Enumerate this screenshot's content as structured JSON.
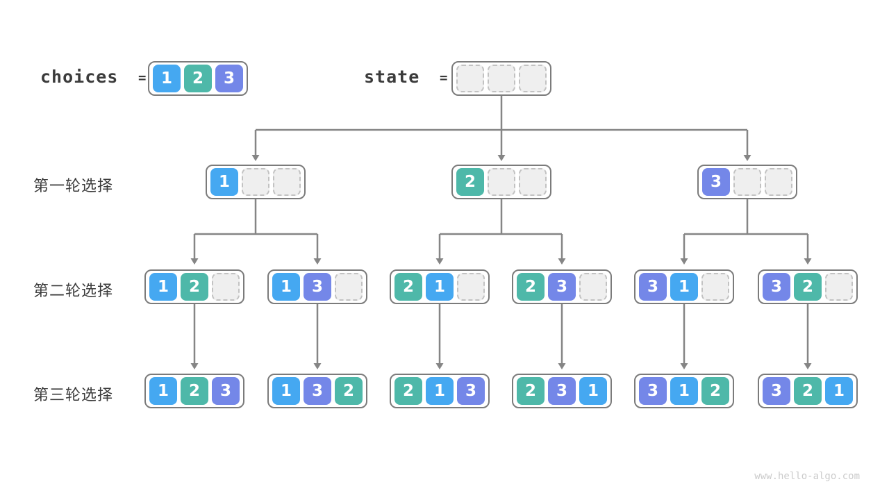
{
  "header": {
    "choices_label": "choices",
    "state_label": "state",
    "equals": "=",
    "choices_values": [
      1,
      2,
      3
    ],
    "state_values": [
      null,
      null,
      null
    ]
  },
  "rows": [
    {
      "label": "第一轮选择",
      "nodes": [
        [
          1,
          null,
          null
        ],
        [
          2,
          null,
          null
        ],
        [
          3,
          null,
          null
        ]
      ]
    },
    {
      "label": "第二轮选择",
      "nodes": [
        [
          1,
          2,
          null
        ],
        [
          1,
          3,
          null
        ],
        [
          2,
          1,
          null
        ],
        [
          2,
          3,
          null
        ],
        [
          3,
          1,
          null
        ],
        [
          3,
          2,
          null
        ]
      ]
    },
    {
      "label": "第三轮选择",
      "nodes": [
        [
          1,
          2,
          3
        ],
        [
          1,
          3,
          2
        ],
        [
          2,
          1,
          3
        ],
        [
          2,
          3,
          1
        ],
        [
          3,
          1,
          2
        ],
        [
          3,
          2,
          1
        ]
      ]
    }
  ],
  "colors": {
    "value_1": "#45A8F1",
    "value_2": "#4EB8A9",
    "value_3": "#7487E8",
    "empty_fill": "#EFEFEF",
    "empty_border": "#C2C2C2",
    "line": "#858585",
    "node_border": "#7B7B7B",
    "text": "#3B3B3B",
    "watermark": "#CBCBCB"
  },
  "watermark": "www.hello-algo.com"
}
